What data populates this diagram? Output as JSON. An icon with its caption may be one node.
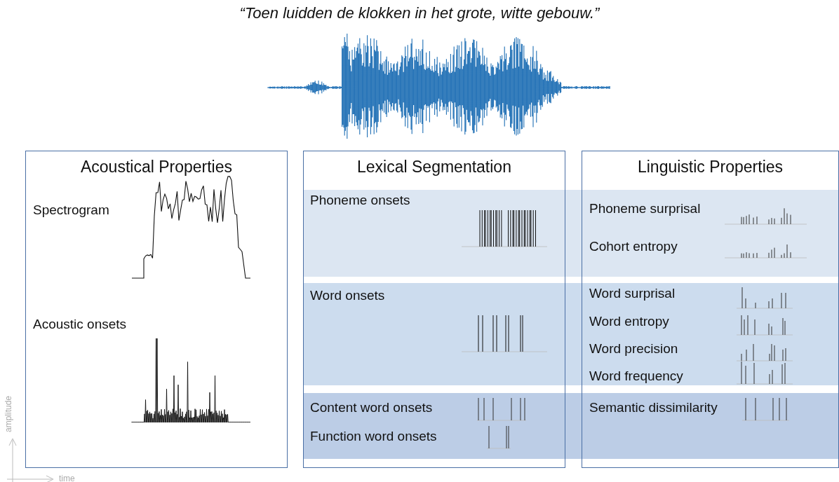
{
  "diagram": {
    "title": "“Toen luidden de klokken in het grote, witte gebouw.”",
    "nodes": [
      {
        "text": [
          "Acoustical Properties",
          "Spectrogram",
          "Acoustic onsets"
        ]
      },
      {
        "text": [
          "Lexical Segmentation"
        ]
      },
      {
        "text": [
          "Linguistic Properties"
        ]
      },
      {
        "text": [
          "Phoneme onsets",
          "Phoneme surprisal",
          "Cohort entropy"
        ]
      },
      {
        "text": [
          "Word onsets",
          "Word surprisal",
          "Word entropy",
          "Word precision",
          "Word frequency"
        ]
      },
      {
        "text": [
          "Content word onsets",
          "Semantic dissimilarity",
          "Function word onsets"
        ]
      }
    ],
    "edges": [],
    "labels": [
      "amplitude",
      "time"
    ]
  }
}
